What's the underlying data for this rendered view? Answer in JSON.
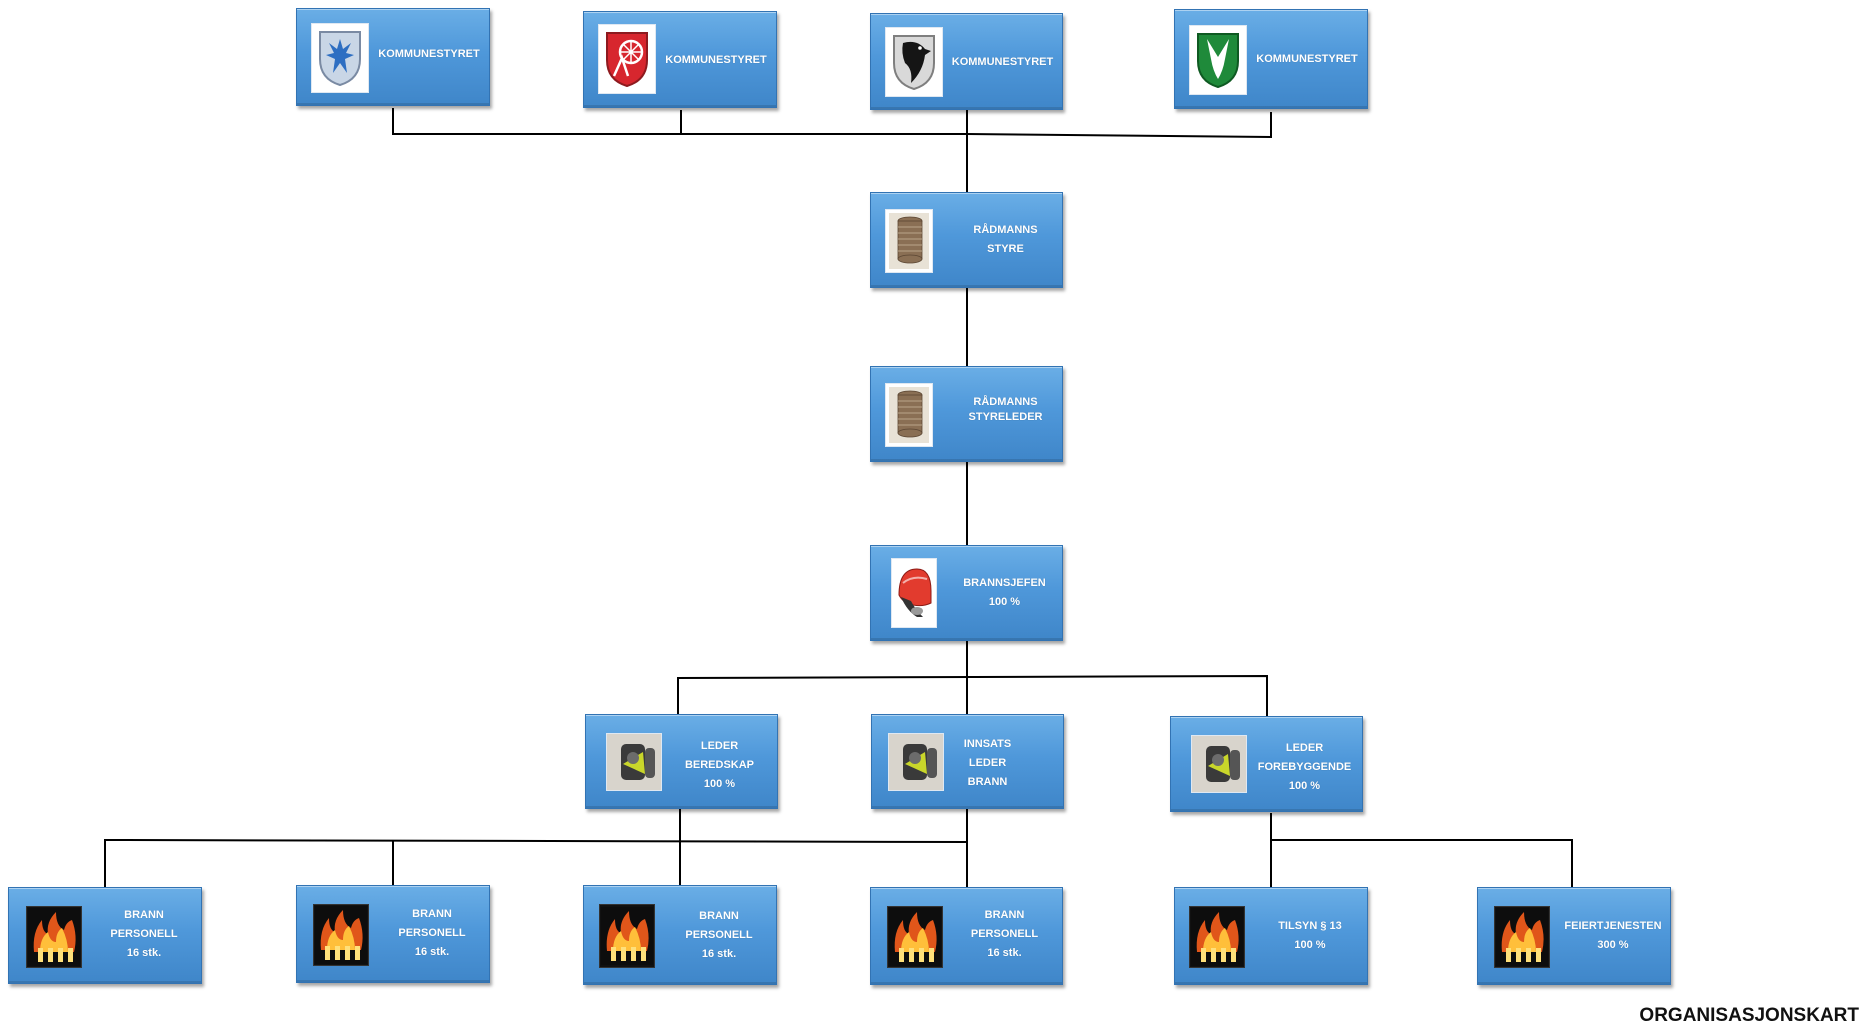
{
  "title": "ORGANISASJONSKART",
  "colors": {
    "box": "#4f98da",
    "line": "#000000",
    "text": "#ffffff"
  },
  "nodes": {
    "k1": {
      "lines": [
        "KOMMUNESTYRET"
      ],
      "icon": "blue-crest-shield-icon"
    },
    "k2": {
      "lines": [
        "KOMMUNESTYRET"
      ],
      "icon": "red-spinning-wheel-shield-icon"
    },
    "k3": {
      "lines": [
        "KOMMUNESTYRET"
      ],
      "icon": "black-bird-shield-icon"
    },
    "k4": {
      "lines": [
        "KOMMUNESTYRET"
      ],
      "icon": "green-fox-shield-icon"
    },
    "rs": {
      "lines": [
        "RÅDMANNS",
        "STYRE"
      ],
      "icon": "coin-stack-icon"
    },
    "rl": {
      "lines": [
        "RÅDMANNS",
        "STYRELEDER"
      ],
      "icon": "coin-stack-icon"
    },
    "bs": {
      "lines": [
        "BRANNSJEFEN",
        "100 %"
      ],
      "icon": "fire-helmet-icon"
    },
    "lb": {
      "lines": [
        "LEDER",
        "BEREDSKAP",
        "100 %"
      ],
      "icon": "breathing-apparatus-icon"
    },
    "il": {
      "lines": [
        "INNSATS",
        "LEDER",
        "BRANN"
      ],
      "icon": "breathing-apparatus-icon"
    },
    "lf": {
      "lines": [
        "LEDER",
        "FOREBYGGENDE",
        "100 %"
      ],
      "icon": "breathing-apparatus-icon"
    },
    "b1": {
      "lines": [
        "BRANN",
        "PERSONELL",
        "16 stk."
      ],
      "icon": "fire-icon"
    },
    "b2": {
      "lines": [
        "BRANN",
        "PERSONELL",
        "16 stk."
      ],
      "icon": "fire-icon"
    },
    "b3": {
      "lines": [
        "BRANN",
        "PERSONELL",
        "16 stk."
      ],
      "icon": "fire-icon"
    },
    "b4": {
      "lines": [
        "BRANN",
        "PERSONELL",
        "16 stk."
      ],
      "icon": "fire-icon"
    },
    "ts": {
      "lines": [
        "TILSYN § 13",
        "100 %"
      ],
      "icon": "fire-icon"
    },
    "fe": {
      "lines": [
        "FEIERTJENESTEN",
        "300 %"
      ],
      "icon": "fire-icon"
    }
  }
}
